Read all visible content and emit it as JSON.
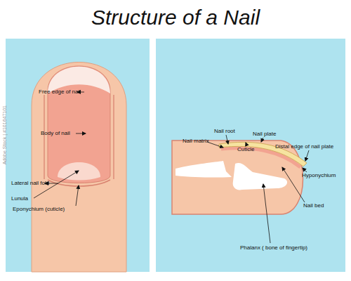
{
  "diagram": {
    "title": "Structure of a Nail",
    "labels": [
      "Free edge of nail",
      "Body of nail",
      "Lateral nail fold",
      "Lunula",
      "Eponychium (cuticle)",
      "Nail matrix",
      "Nail root",
      "Cuticle",
      "Nail plate",
      "Distal edge of nail plate",
      "Hyponychium",
      "Nail bed",
      "Phalanx ( bone of fingertip)",
      "Adobe Stock | #101647101"
    ]
  }
}
